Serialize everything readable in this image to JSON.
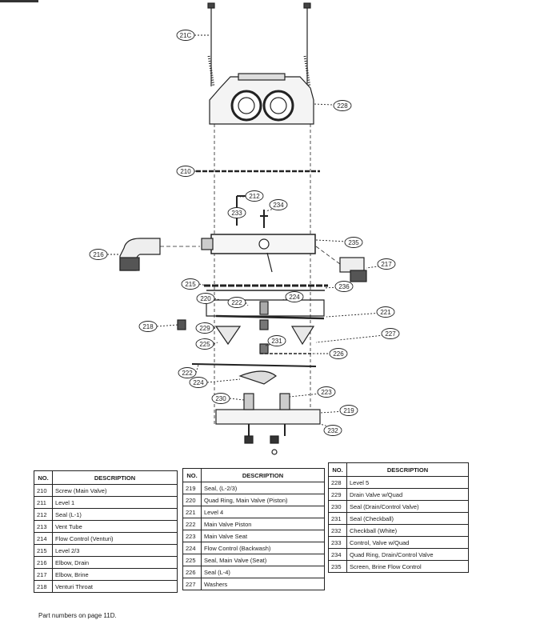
{
  "callouts": [
    {
      "id": "c210a",
      "label": "21C"
    },
    {
      "id": "c228",
      "label": "228"
    },
    {
      "id": "c210b",
      "label": "210"
    },
    {
      "id": "c212",
      "label": "212"
    },
    {
      "id": "c233",
      "label": "233"
    },
    {
      "id": "c234a",
      "label": "234"
    },
    {
      "id": "c235",
      "label": "235"
    },
    {
      "id": "c216",
      "label": "216"
    },
    {
      "id": "c217",
      "label": "217"
    },
    {
      "id": "c215",
      "label": "215"
    },
    {
      "id": "c220",
      "label": "220"
    },
    {
      "id": "c222a",
      "label": "222"
    },
    {
      "id": "c224a",
      "label": "224"
    },
    {
      "id": "c236",
      "label": "236"
    },
    {
      "id": "c221",
      "label": "221"
    },
    {
      "id": "c218",
      "label": "218"
    },
    {
      "id": "c229",
      "label": "229"
    },
    {
      "id": "c227",
      "label": "227"
    },
    {
      "id": "c225",
      "label": "225"
    },
    {
      "id": "c231",
      "label": "231"
    },
    {
      "id": "c226",
      "label": "226"
    },
    {
      "id": "c222b",
      "label": "222"
    },
    {
      "id": "c224b",
      "label": "224"
    },
    {
      "id": "c230",
      "label": "230"
    },
    {
      "id": "c223",
      "label": "223"
    },
    {
      "id": "c219",
      "label": "219"
    },
    {
      "id": "c232",
      "label": "232"
    }
  ],
  "tables": [
    {
      "header_no": "NO.",
      "header_desc": "DESCRIPTION",
      "rows": [
        {
          "no": "210",
          "desc": "Screw (Main Valve)"
        },
        {
          "no": "211",
          "desc": "Level 1"
        },
        {
          "no": "212",
          "desc": "Seal (L-1)"
        },
        {
          "no": "213",
          "desc": "Vent Tube"
        },
        {
          "no": "214",
          "desc": "Flow Control (Venturi)"
        },
        {
          "no": "215",
          "desc": "Level 2/3"
        },
        {
          "no": "216",
          "desc": "Elbow, Drain"
        },
        {
          "no": "217",
          "desc": "Elbow, Brine"
        },
        {
          "no": "218",
          "desc": "Venturi Throat"
        }
      ]
    },
    {
      "header_no": "NO.",
      "header_desc": "DESCRIPTION",
      "rows": [
        {
          "no": "219",
          "desc": "Seal, (L-2/3)"
        },
        {
          "no": "220",
          "desc": "Quad Ring, Main Valve (Piston)"
        },
        {
          "no": "221",
          "desc": "Level 4"
        },
        {
          "no": "222",
          "desc": "Main Valve Piston"
        },
        {
          "no": "223",
          "desc": "Main Valve Seat"
        },
        {
          "no": "224",
          "desc": "Flow Control (Backwash)"
        },
        {
          "no": "225",
          "desc": "Seal, Main Valve (Seat)"
        },
        {
          "no": "226",
          "desc": "Seal (L-4)"
        },
        {
          "no": "227",
          "desc": "Washers"
        }
      ]
    },
    {
      "header_no": "NO.",
      "header_desc": "DESCRIPTION",
      "rows": [
        {
          "no": "228",
          "desc": "Level 5"
        },
        {
          "no": "229",
          "desc": "Drain Valve w/Quad"
        },
        {
          "no": "230",
          "desc": "Seal (Drain/Control Valve)"
        },
        {
          "no": "231",
          "desc": "Seal (Checkball)"
        },
        {
          "no": "232",
          "desc": "Checkball (White)"
        },
        {
          "no": "233",
          "desc": "Control, Valve w/Quad"
        },
        {
          "no": "234",
          "desc": "Quad Ring, Drain/Control Valve"
        },
        {
          "no": "235",
          "desc": "Screen, Brine Flow Control"
        }
      ]
    }
  ],
  "footnote": "Part numbers on page 11D."
}
